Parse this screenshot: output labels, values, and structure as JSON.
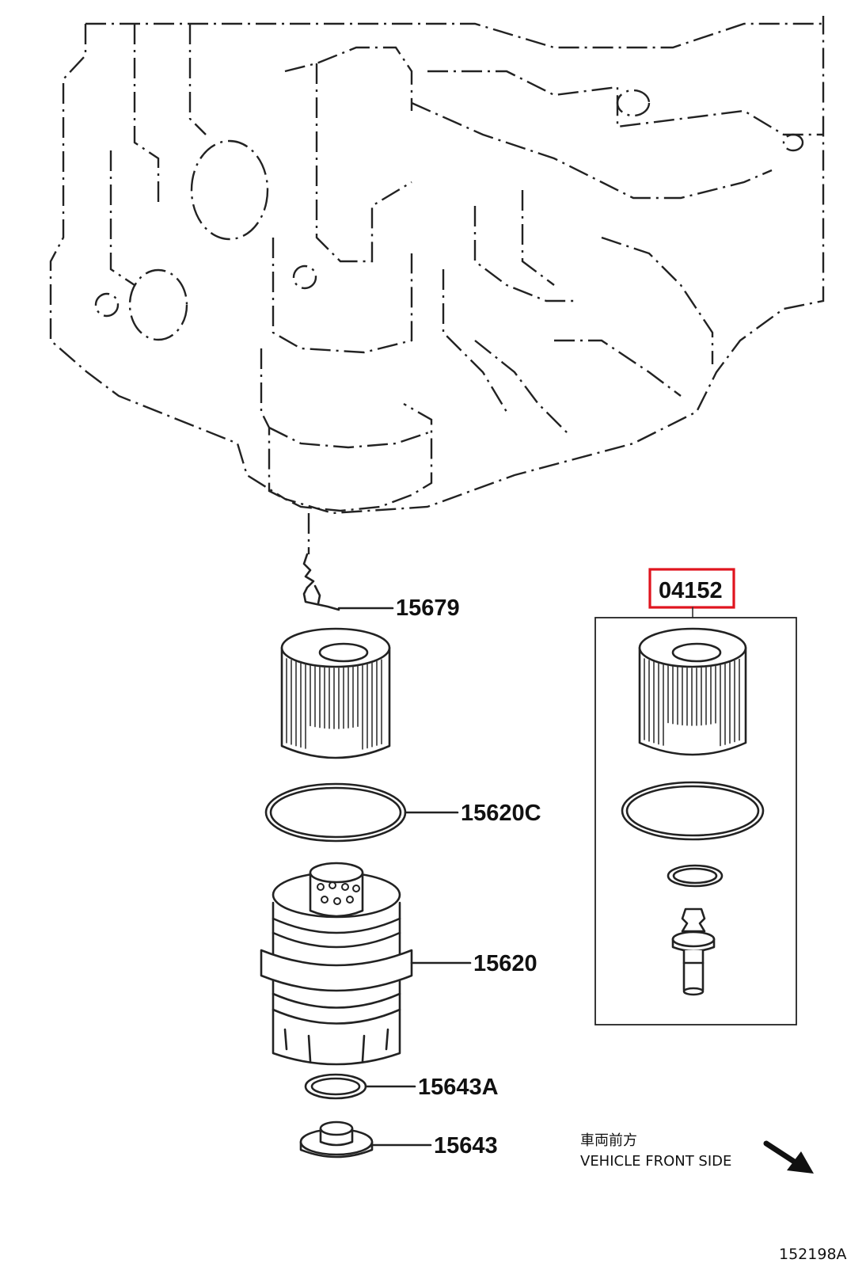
{
  "diagram": {
    "parts": [
      {
        "id": "15679",
        "label": "15679"
      },
      {
        "id": "15620C",
        "label": "15620C"
      },
      {
        "id": "15620",
        "label": "15620"
      },
      {
        "id": "15643A",
        "label": "15643A"
      },
      {
        "id": "15643",
        "label": "15643"
      },
      {
        "id": "04152",
        "label": "04152",
        "highlight_color": "#e0141e"
      }
    ],
    "direction_note": {
      "japanese": "車両前方",
      "english": "VEHICLE FRONT SIDE"
    },
    "figure_code": "152198A"
  }
}
